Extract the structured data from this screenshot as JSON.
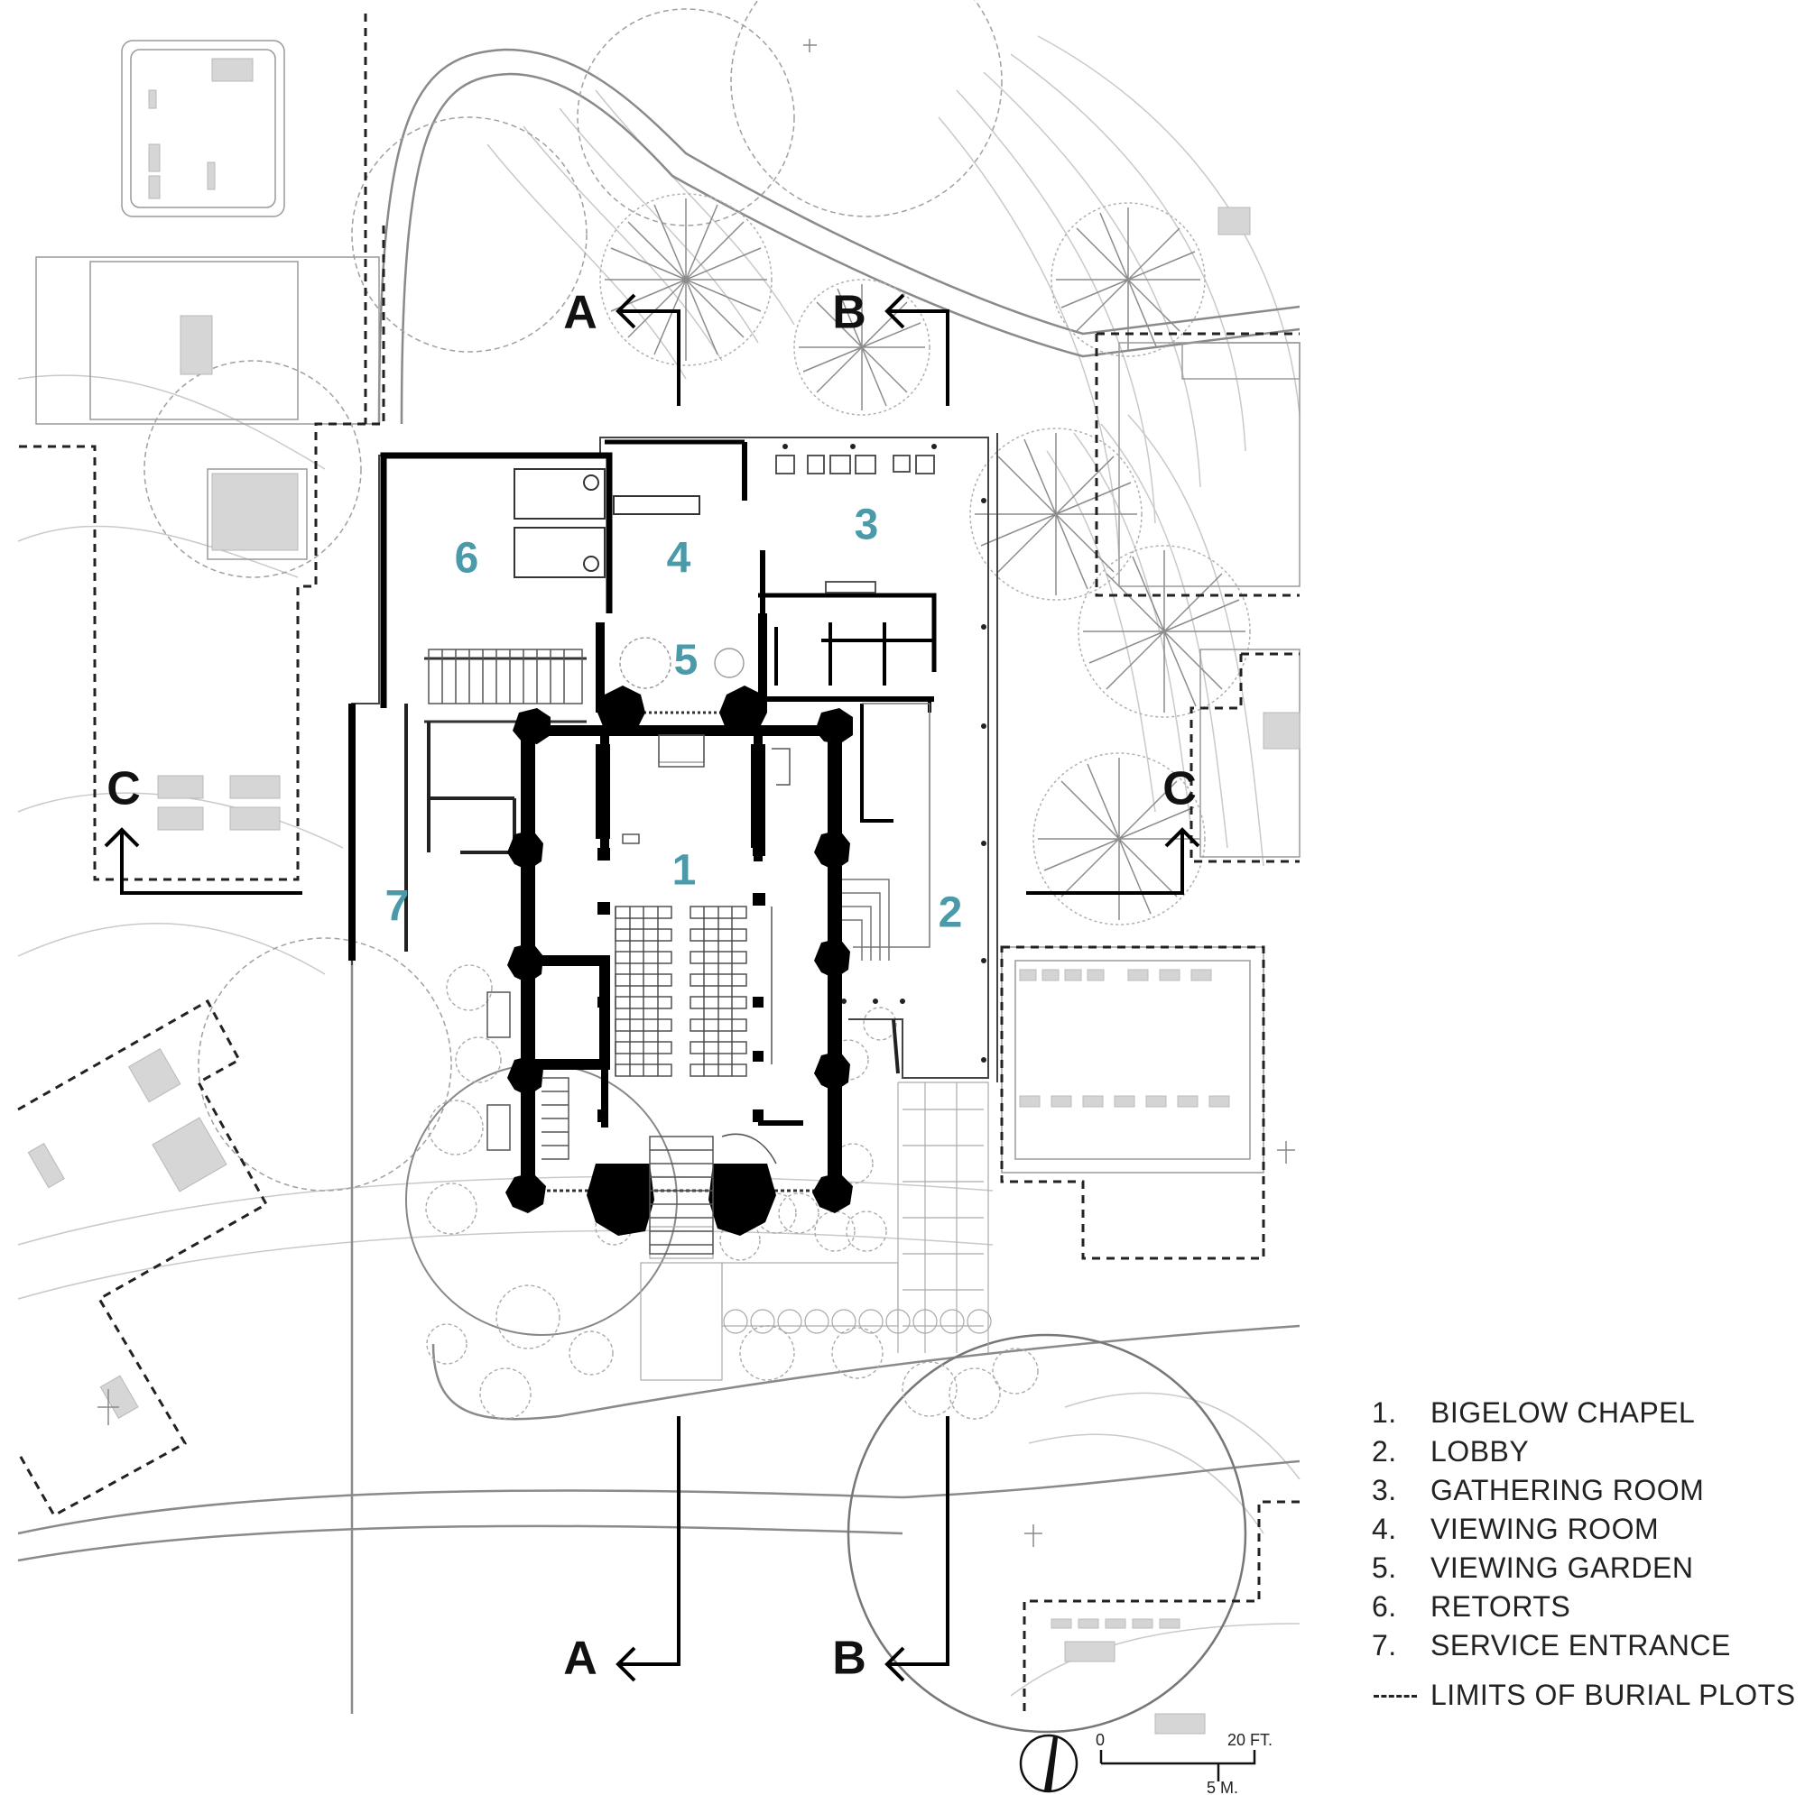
{
  "rooms": [
    {
      "num": "1",
      "label": "BIGELOW CHAPEL"
    },
    {
      "num": "2",
      "label": "LOBBY"
    },
    {
      "num": "3",
      "label": "GATHERING ROOM"
    },
    {
      "num": "4",
      "label": "VIEWING ROOM"
    },
    {
      "num": "5",
      "label": "VIEWING GARDEN"
    },
    {
      "num": "6",
      "label": "RETORTS"
    },
    {
      "num": "7",
      "label": "SERVICE ENTRANCE"
    }
  ],
  "room_digits": [
    "1.",
    "2.",
    "3.",
    "4.",
    "5.",
    "6.",
    "7."
  ],
  "burial_plots_label": "LIMITS OF BURIAL PLOTS",
  "sections": {
    "a": "A",
    "b": "B",
    "c": "C"
  },
  "scale": {
    "zero": "0",
    "feet": "20 FT.",
    "meters": "5 M."
  },
  "colors": {
    "room_number": "#4a9aaa",
    "walls": "#000000",
    "site_lines": "#bdbdbd",
    "plot_fill": "#d6d6d6"
  }
}
